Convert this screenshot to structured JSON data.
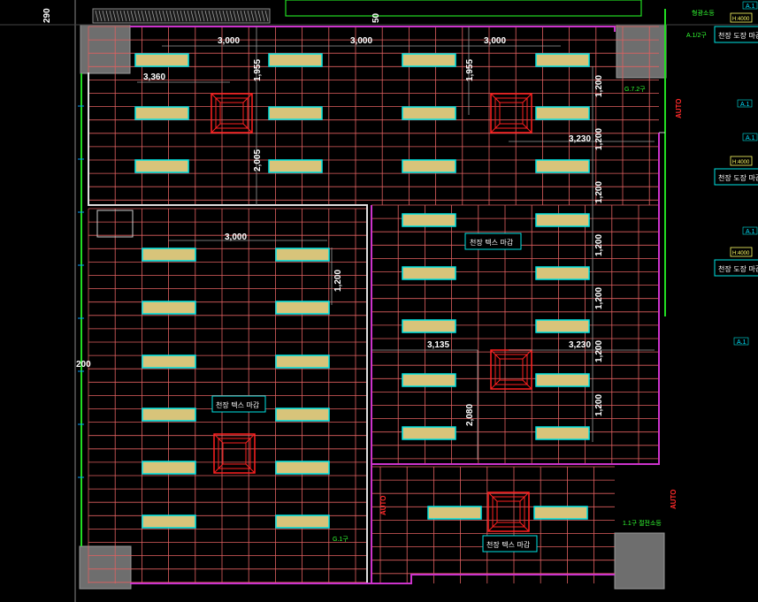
{
  "dimensions": {
    "top_left": "3,000",
    "top_mid": "3,000",
    "top_right": "3,000",
    "left_top": "3,360",
    "v_1955_a": "1,955",
    "v_1955_b": "1,955",
    "v_2005": "2,005",
    "r_1200_a": "1,200",
    "r_1200_b": "1,200",
    "r_1200_c": "1,200",
    "r_1200_d": "1,200",
    "r_1200_e": "1,200",
    "r_1200_f": "1,200",
    "r_1200_g": "1,200",
    "dim_3230_a": "3,230",
    "dim_3230_b": "3,230",
    "dim_3135": "3,135",
    "dim_2080": "2,080",
    "left_3000": "3,000",
    "left_1200": "1,200",
    "left_200": "200",
    "top_290": "290",
    "top_50": "50"
  },
  "labels": {
    "ceiling_right_mid": "천장 텍스 마감",
    "ceiling_left": "천장 텍스 마감",
    "ceiling_bottom": "천장 텍스 마감",
    "side_1": "천장 도장 마감",
    "side_2": "천장 도장 마감",
    "side_3": "천장 도장 마감",
    "h_tag_1": "H:4000",
    "h_tag_2": "H:4000",
    "h_tag_3": "H:4000",
    "tag_a1_1": "A.1",
    "tag_a1_2": "A.1",
    "tag_a1_3": "A.1",
    "tag_a1_4": "A.1",
    "tag_a1_5": "A.1",
    "tag_a2": "A.1/2구",
    "tag_g7": "G.7.2구",
    "tag_top": "형광소등",
    "tag_bottom": "1.1구 절전소등",
    "tag_mid": "G.1구",
    "auto_1": "AUTO",
    "auto_2": "AUTO",
    "auto_3": "AUTO"
  },
  "colors": {
    "grid": "#e06060",
    "wall_magenta": "#cc33cc",
    "wall_white": "#d0d0d0",
    "light_fill": "#d8c47a",
    "light_border": "#00e5e5",
    "diffuser": "#ff2020",
    "green_line": "#22dd22",
    "column": "#6e6e6e"
  }
}
